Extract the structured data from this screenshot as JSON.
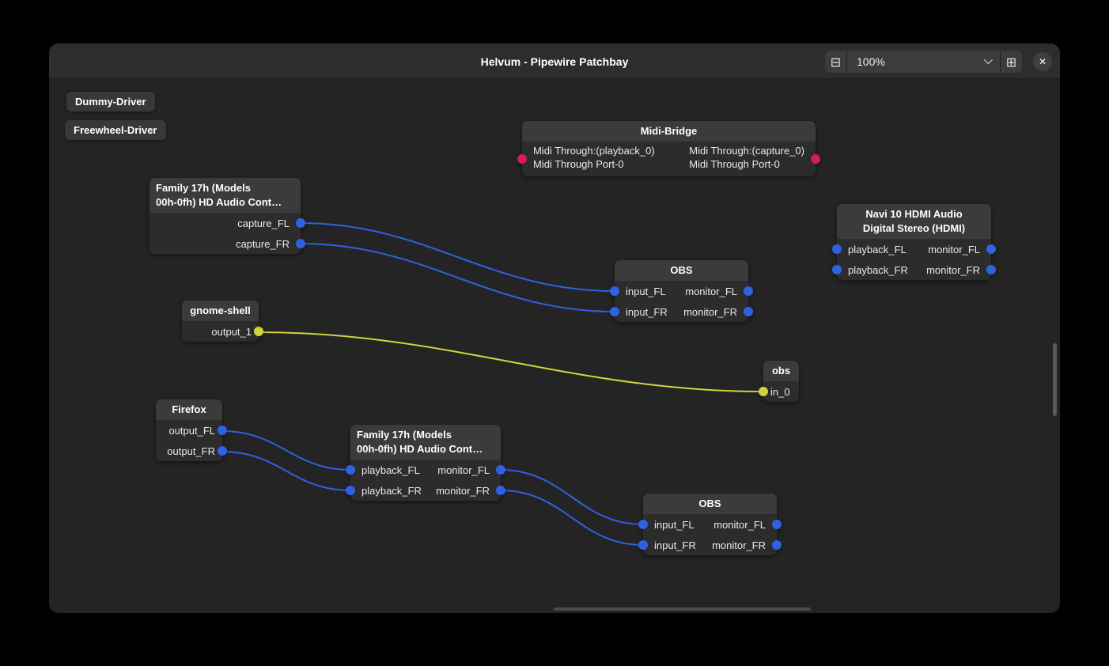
{
  "window": {
    "title": "Helvum - Pipewire Patchbay",
    "titlebar": {
      "zoom_out_icon": "⊟",
      "zoom_value": "100%",
      "zoom_in_icon": "⊞",
      "close_icon": "✕"
    }
  },
  "colors": {
    "audio_port": "#2e62e0",
    "midi_port": "#d41c55",
    "video_port": "#d2d33c"
  },
  "drivers": [
    {
      "label": "Dummy-Driver"
    },
    {
      "label": "Freewheel-Driver"
    }
  ],
  "nodes": {
    "midi_bridge": {
      "title": "Midi-Bridge",
      "input": {
        "line1": "Midi Through:(playback_0)",
        "line2": "Midi Through Port-0"
      },
      "output": {
        "line1": "Midi Through:(capture_0)",
        "line2": "Midi Through Port-0"
      }
    },
    "family_capture": {
      "title_line1": "Family 17h (Models",
      "title_line2": "00h-0fh) HD Audio Cont…",
      "outputs": [
        "capture_FL",
        "capture_FR"
      ]
    },
    "navi_hdmi": {
      "title_line1": "Navi 10 HDMI Audio",
      "title_line2": "Digital Stereo (HDMI)",
      "rows": [
        {
          "input": "playback_FL",
          "output": "monitor_FL"
        },
        {
          "input": "playback_FR",
          "output": "monitor_FR"
        }
      ]
    },
    "obs_top": {
      "title": "OBS",
      "rows": [
        {
          "input": "input_FL",
          "output": "monitor_FL"
        },
        {
          "input": "input_FR",
          "output": "monitor_FR"
        }
      ]
    },
    "gnome_shell": {
      "title": "gnome-shell",
      "outputs": [
        "output_1"
      ]
    },
    "obs_screen": {
      "title": "obs",
      "inputs": [
        "in_0"
      ]
    },
    "firefox": {
      "title": "Firefox",
      "outputs": [
        "output_FL",
        "output_FR"
      ]
    },
    "family_playback": {
      "title_line1": "Family 17h (Models",
      "title_line2": "00h-0fh) HD Audio Cont…",
      "rows": [
        {
          "input": "playback_FL",
          "output": "monitor_FL"
        },
        {
          "input": "playback_FR",
          "output": "monitor_FR"
        }
      ]
    },
    "obs_bottom": {
      "title": "OBS",
      "rows": [
        {
          "input": "input_FL",
          "output": "monitor_FL"
        },
        {
          "input": "input_FR",
          "output": "monitor_FR"
        }
      ]
    }
  },
  "connections": [
    {
      "from": "Family 17h capture_FL",
      "to": "OBS input_FL",
      "color": "#2e62e0"
    },
    {
      "from": "Family 17h capture_FR",
      "to": "OBS input_FR",
      "color": "#2e62e0"
    },
    {
      "from": "gnome-shell output_1",
      "to": "obs in_0",
      "color": "#d2d33c"
    },
    {
      "from": "Firefox output_FL",
      "to": "Family 17h playback_FL",
      "color": "#2e62e0"
    },
    {
      "from": "Firefox output_FR",
      "to": "Family 17h playback_FR",
      "color": "#2e62e0"
    },
    {
      "from": "Family 17h monitor_FL",
      "to": "OBS input_FL",
      "color": "#2e62e0"
    },
    {
      "from": "Family 17h monitor_FR",
      "to": "OBS input_FR",
      "color": "#2e62e0"
    }
  ]
}
